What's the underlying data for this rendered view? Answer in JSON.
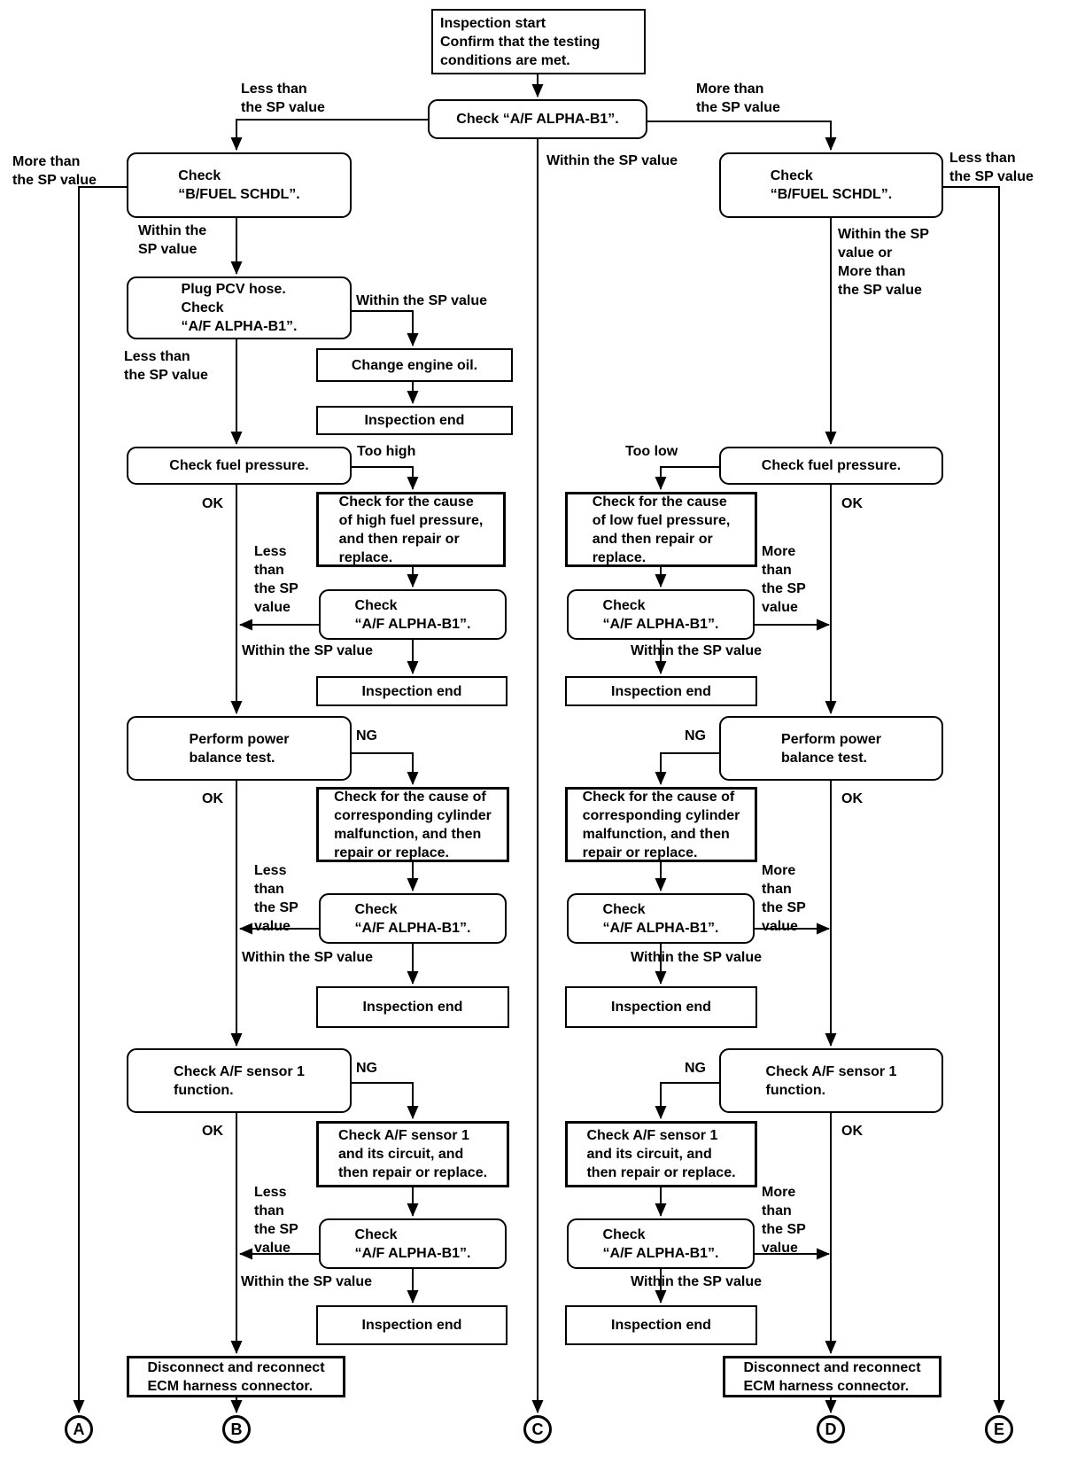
{
  "diagram_type": "troubleshooting-flowchart",
  "colors": {
    "ink": "#000000",
    "background": "#ffffff"
  },
  "nodes": {
    "start": "Inspection start\nConfirm that the testing\nconditions are met.",
    "check_af_top": "Check “A/F ALPHA-B1”.",
    "check_bfuel": "Check\n“B/FUEL SCHDL”.",
    "plug_pcv": "Plug PCV hose.\nCheck\n“A/F ALPHA-B1”.",
    "change_oil": "Change engine oil.",
    "inspection_end": "Inspection end",
    "check_fuel": "Check fuel pressure.",
    "cause_high": "Check for the cause\nof high fuel pressure,\nand then repair or\nreplace.",
    "cause_low": "Check for the cause\nof low fuel pressure,\nand then repair or\nreplace.",
    "check_af": "Check\n“A/F ALPHA-B1”.",
    "power_balance": "Perform power\nbalance test.",
    "cause_cyl": "Check for the cause of\ncorresponding cylinder\nmalfunction, and then\nrepair or replace.",
    "sensor_func": "Check A/F sensor 1\nfunction.",
    "sensor_circuit": "Check A/F sensor 1\nand its circuit, and\nthen repair or replace.",
    "disconnect": "Disconnect and reconnect\nECM harness connector."
  },
  "labels": {
    "less_2": "Less than\nthe SP value",
    "more_2": "More than\nthe SP value",
    "within_1": "Within the SP value",
    "within_2": "Within the\nSP value",
    "within_more_4": "Within the SP\nvalue or\nMore than\nthe SP value",
    "less_4": "Less\nthan\nthe SP\nvalue",
    "more_4": "More\nthan\nthe SP\nvalue",
    "too_high": "Too high",
    "too_low": "Too low",
    "ok": "OK",
    "ng": "NG"
  },
  "connector_circles": {
    "a": "A",
    "b": "B",
    "c": "C",
    "d": "D",
    "e": "E"
  }
}
